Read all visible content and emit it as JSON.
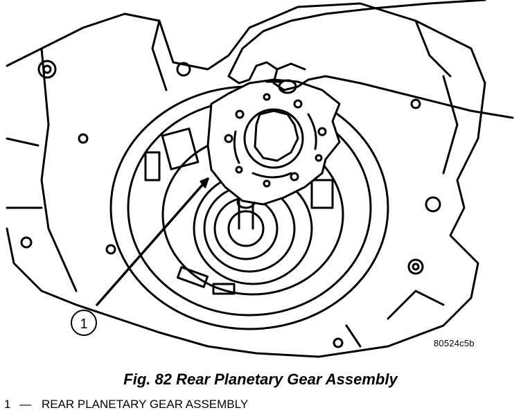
{
  "figure": {
    "callout_number": "1",
    "image_code": "80524c5b",
    "caption": "Fig. 82 Rear Planetary Gear Assembly"
  },
  "legend": [
    {
      "number": "1",
      "separator": "—",
      "label": "REAR PLANETARY GEAR ASSEMBLY"
    }
  ],
  "colors": {
    "line": "#000000",
    "background": "#ffffff"
  }
}
